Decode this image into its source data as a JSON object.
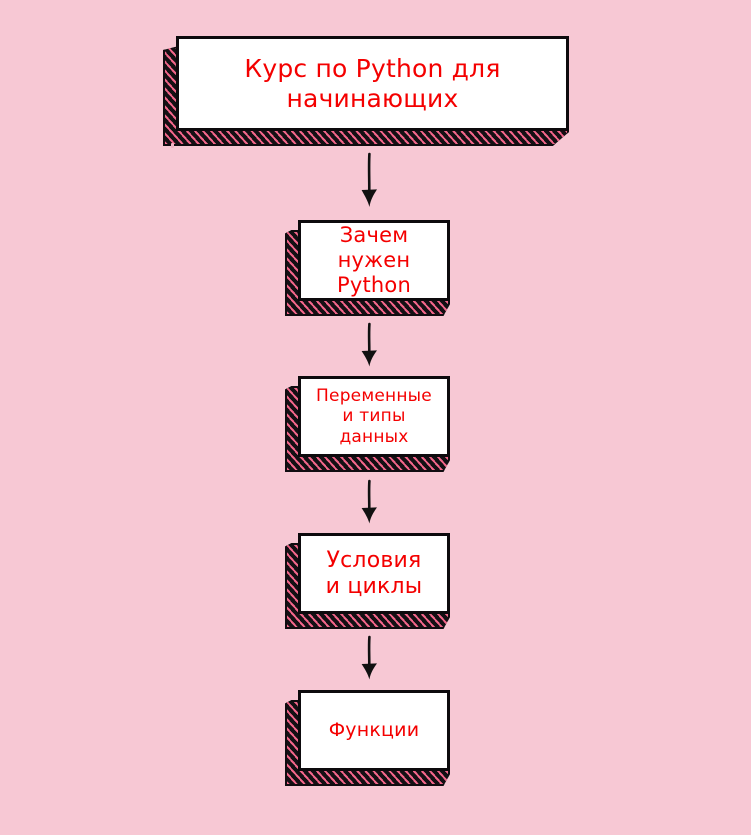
{
  "diagram": {
    "title": "Курс по Python для начинающих",
    "background_color": "#f7c8d4",
    "text_color": "#f40000",
    "border_color": "#0d0a0d",
    "hatch_color": "#f2668a",
    "card_fill": "#ffffff",
    "arrow_color": "#111111",
    "type": "flowchart",
    "orientation": "top-to-bottom",
    "nodes": [
      {
        "id": "title",
        "label": "Курс по Python для начинающих",
        "shape": "rectangle-3d"
      },
      {
        "id": "why",
        "label": "Зачем нужен\nPython",
        "shape": "rectangle-3d"
      },
      {
        "id": "vars",
        "label": "Переменные\nи типы данных",
        "shape": "rectangle-3d"
      },
      {
        "id": "cond",
        "label": "Условия\nи циклы",
        "shape": "rectangle-3d"
      },
      {
        "id": "func",
        "label": "Функции",
        "shape": "rectangle-3d"
      }
    ],
    "edges": [
      {
        "from": "title",
        "to": "why",
        "style": "arrow-down"
      },
      {
        "from": "why",
        "to": "vars",
        "style": "arrow-down"
      },
      {
        "from": "vars",
        "to": "cond",
        "style": "arrow-down"
      },
      {
        "from": "cond",
        "to": "func",
        "style": "arrow-down"
      }
    ]
  }
}
